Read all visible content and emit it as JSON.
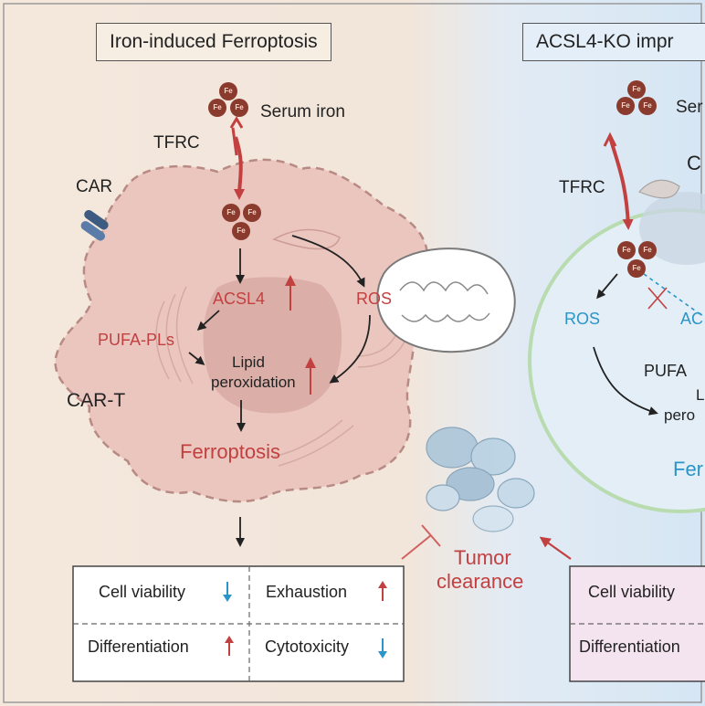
{
  "colors": {
    "left_bg": "#f3e6da",
    "right_bg": "#d9e8f5",
    "cell_fill": "#e8c2bc",
    "red": "#c24040",
    "blue": "#2a95c8",
    "iron": "#8b3a2e"
  },
  "left_panel": {
    "title": "Iron-induced Ferroptosis",
    "serum_iron": "Serum iron",
    "tfrc": "TFRC",
    "car": "CAR",
    "car_t": "CAR-T",
    "acsl4": "ACSL4",
    "ros": "ROS",
    "pufa_pls": "PUFA-PLs",
    "lipid_peroxidation_line1": "Lipid",
    "lipid_peroxidation_line2": "peroxidation",
    "ferroptosis": "Ferroptosis",
    "fe_label": "Fe"
  },
  "tumor": {
    "line1": "Tumor",
    "line2": "clearance"
  },
  "right_panel": {
    "title": "ACSL4-KO impr",
    "serum_iron": "Ser",
    "tfrc": "TFRC",
    "c_label": "C",
    "ros": "ROS",
    "ac": "AC",
    "pufa": "PUFA",
    "l": "L",
    "pero": "pero",
    "fer": "Fer"
  },
  "left_table": {
    "cells": [
      {
        "label": "Cell viability",
        "direction": "down"
      },
      {
        "label": "Exhaustion",
        "direction": "up"
      },
      {
        "label": "Differentiation",
        "direction": "up"
      },
      {
        "label": "Cytotoxicity",
        "direction": "down"
      }
    ]
  },
  "right_table": {
    "cells": [
      {
        "label": "Cell viability"
      },
      {
        "label": "Differentiation"
      }
    ]
  }
}
